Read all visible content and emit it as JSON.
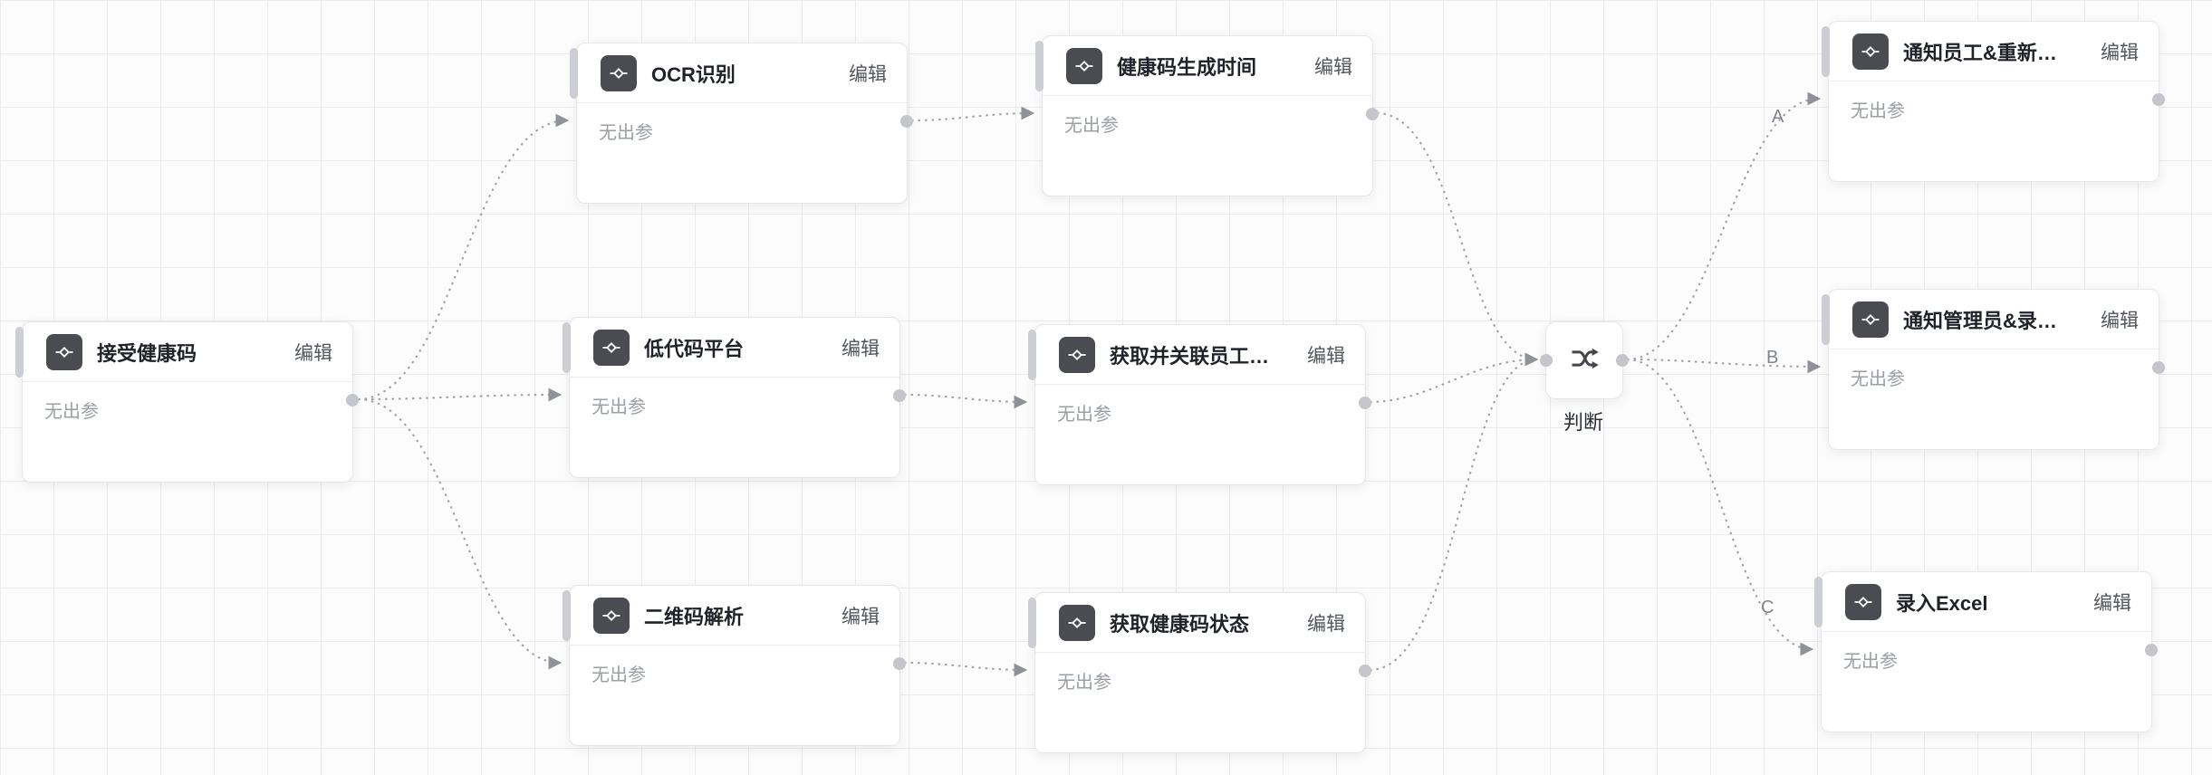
{
  "labels": {
    "edit": "编辑",
    "no_output": "无出参"
  },
  "nodes": [
    {
      "id": "accept-health-code",
      "title": "接受健康码"
    },
    {
      "id": "ocr-recognition",
      "title": "OCR识别"
    },
    {
      "id": "low-code-platform",
      "title": "低代码平台"
    },
    {
      "id": "qr-code-decode",
      "title": "二维码解析"
    },
    {
      "id": "health-code-gen-time",
      "title": "健康码生成时间"
    },
    {
      "id": "get-and-link-employee",
      "title": "获取并关联员工…"
    },
    {
      "id": "get-health-code-status",
      "title": "获取健康码状态"
    },
    {
      "id": "notify-employee-resubmit",
      "title": "通知员工&重新…"
    },
    {
      "id": "notify-admin-record",
      "title": "通知管理员&录…"
    },
    {
      "id": "write-excel",
      "title": "录入Excel"
    }
  ],
  "decision": {
    "id": "decision",
    "label": "判断"
  },
  "edges": {
    "labels": {
      "a": "A",
      "b": "B",
      "c": "C"
    },
    "connections": [
      {
        "from": "accept-health-code",
        "to": "ocr-recognition"
      },
      {
        "from": "accept-health-code",
        "to": "low-code-platform"
      },
      {
        "from": "accept-health-code",
        "to": "qr-code-decode"
      },
      {
        "from": "ocr-recognition",
        "to": "health-code-gen-time"
      },
      {
        "from": "low-code-platform",
        "to": "get-and-link-employee"
      },
      {
        "from": "qr-code-decode",
        "to": "get-health-code-status"
      },
      {
        "from": "health-code-gen-time",
        "to": "decision"
      },
      {
        "from": "get-and-link-employee",
        "to": "decision"
      },
      {
        "from": "get-health-code-status",
        "to": "decision"
      },
      {
        "from": "decision",
        "to": "notify-employee-resubmit",
        "label": "A"
      },
      {
        "from": "decision",
        "to": "notify-admin-record",
        "label": "B"
      },
      {
        "from": "decision",
        "to": "write-excel",
        "label": "C"
      }
    ]
  }
}
